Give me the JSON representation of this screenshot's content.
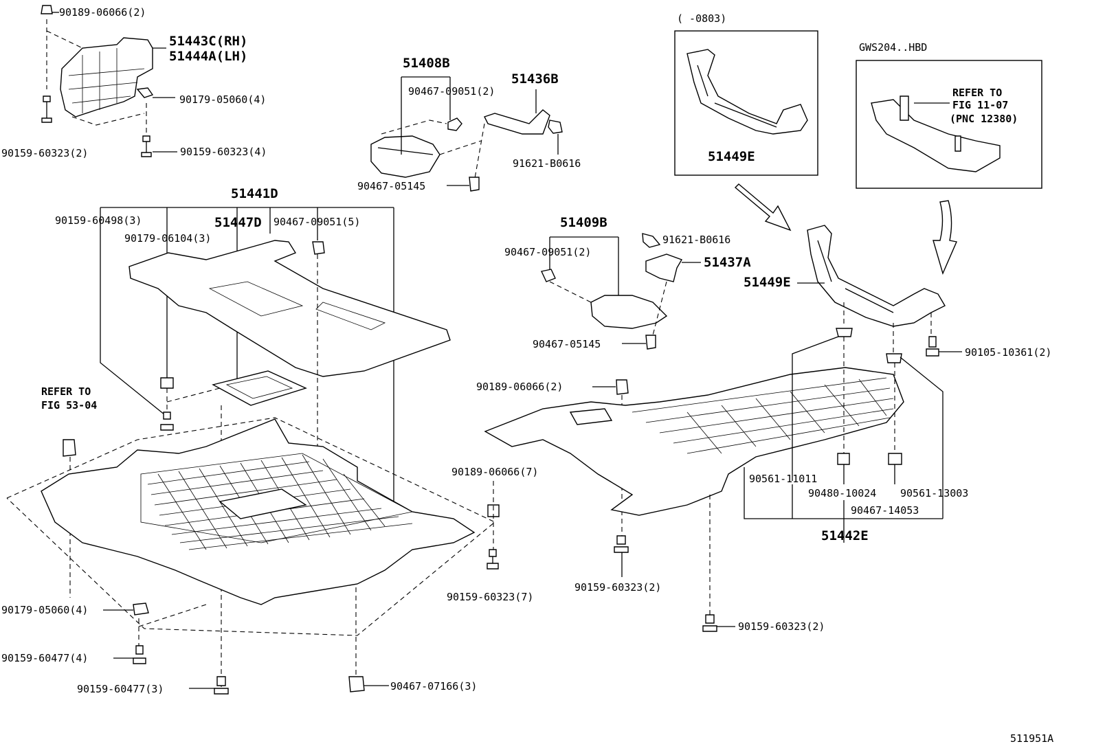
{
  "diagram": {
    "fig_code": "511951A",
    "labels": {
      "p_90189_06066_2_top": "90189-06066(2)",
      "p_51443c": "51443C(RH)",
      "p_51444a": "51444A(LH)",
      "p_90179_05060_4_top": "90179-05060(4)",
      "p_90159_60323_2_top": "90159-60323(2)",
      "p_90159_60323_4_top": "90159-60323(4)",
      "p_51408b": "51408B",
      "p_90467_09051_2_a": "90467-09051(2)",
      "p_51436b": "51436B",
      "p_91621_b0616_a": "91621-B0616",
      "p_90467_05145_a": "90467-05145",
      "p_51441d": "51441D",
      "p_90159_60498_3": "90159-60498(3)",
      "p_51447d": "51447D",
      "p_90467_09051_5": "90467-09051(5)",
      "p_90179_06104_3": "90179-06104(3)",
      "refer_53_line1": "REFER TO",
      "refer_53_line2": "FIG 53-04",
      "p_90189_06066_7": "90189-06066(7)",
      "p_90159_60323_7": "90159-60323(7)",
      "p_90179_05060_4_bot": "90179-05060(4)",
      "p_90159_60477_4": "90159-60477(4)",
      "p_90159_60477_3": "90159-60477(3)",
      "p_90467_07166_3": "90467-07166(3)",
      "hdr_0803": "(  -0803)",
      "p_51449e_box": "51449E",
      "hdr_gws": "GWS204..HBD",
      "refer_11_line1": "REFER TO",
      "refer_11_line2": "FIG 11-07",
      "refer_11_line3": "(PNC 12380)",
      "p_51409b": "51409B",
      "p_91621_b0616_b": "91621-B0616",
      "p_90467_09051_2_b": "90467-09051(2)",
      "p_51437a": "51437A",
      "p_51449e_main": "51449E",
      "p_90467_05145_b": "90467-05145",
      "p_90105_10361_2": "90105-10361(2)",
      "p_90189_06066_2_mid": "90189-06066(2)",
      "p_90561_11011": "90561-11011",
      "p_90480_10024": "90480-10024",
      "p_90561_13003": "90561-13003",
      "p_90467_14053": "90467-14053",
      "p_51442e": "51442E",
      "p_90159_60323_2_mid": "90159-60323(2)",
      "p_90159_60323_2_bot": "90159-60323(2)"
    }
  }
}
